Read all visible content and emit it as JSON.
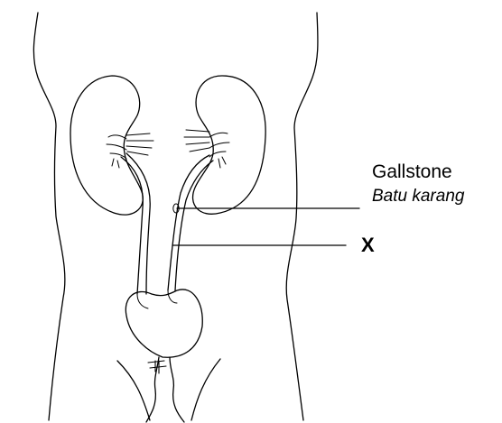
{
  "labels": {
    "gallstone_en": "Gallstone",
    "gallstone_my": "Batu karang",
    "x_marker": "X"
  },
  "colors": {
    "ink": "#000000",
    "background": "#ffffff"
  }
}
